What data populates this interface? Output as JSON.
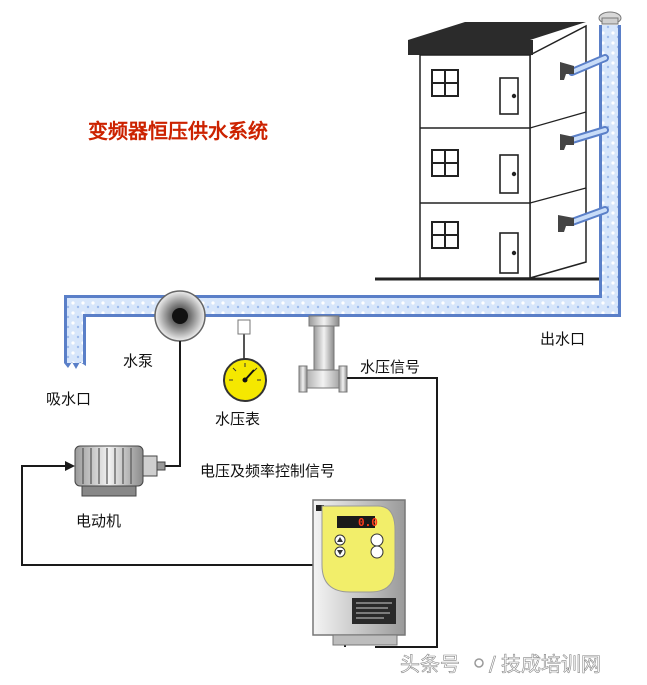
{
  "title": "变频器恒压供水系统",
  "labels": {
    "outlet": "出水口",
    "inlet": "吸水口",
    "pump": "水泵",
    "gauge": "水压表",
    "pressure_signal": "水压信号",
    "control_signal": "电压及频率控制信号",
    "motor": "电动机"
  },
  "inverter": {
    "display_value": "0.0"
  },
  "watermark": {
    "source": "头条号",
    "separator": "/",
    "account": "技成培训网"
  },
  "colors": {
    "title": "#cc2200",
    "pipe": "#c8dcf8",
    "pipe_edge": "#5a7fc8",
    "gauge_face": "#f5e800",
    "wire": "#1a1a1a"
  }
}
